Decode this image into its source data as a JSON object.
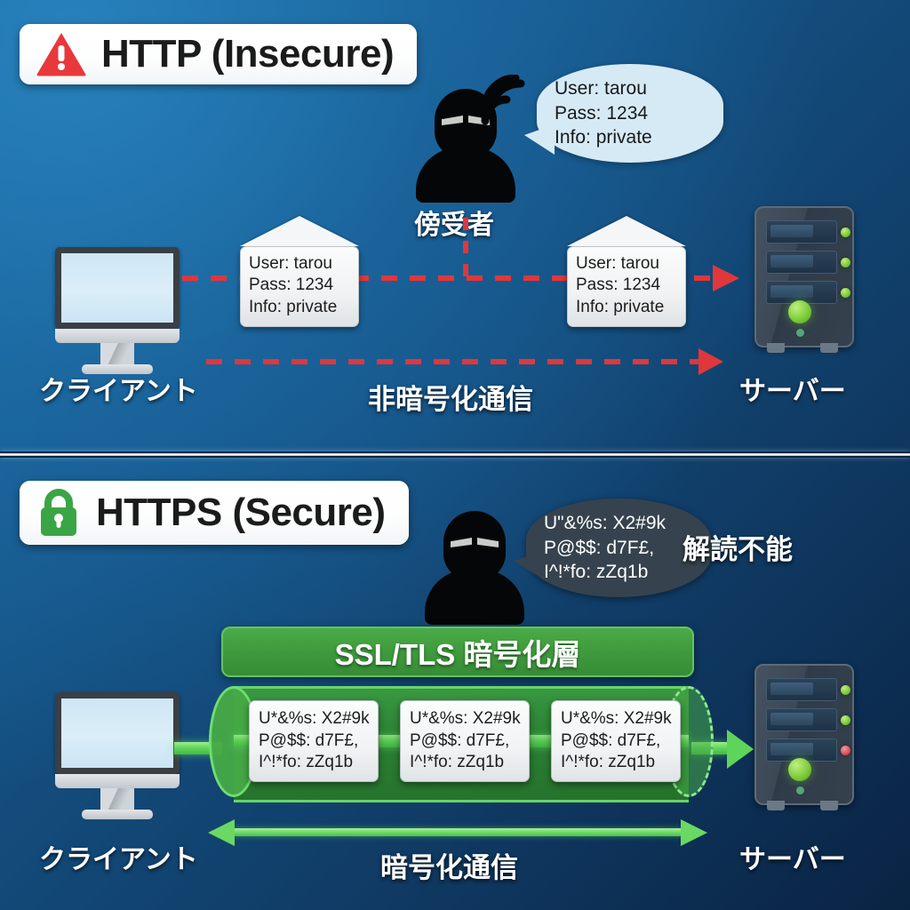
{
  "http_section": {
    "title": "HTTP (Insecure)",
    "title_icon": "warning-triangle-icon",
    "client_label": "クライアント",
    "server_label": "サーバー",
    "attacker_label": "傍受者",
    "flow_label": "非暗号化通信",
    "accent_color": "#e0373b",
    "bubble_lines": [
      "User: tarou",
      "Pass: 1234",
      "Info: private"
    ],
    "envelopes": [
      {
        "lines": [
          "User: tarou",
          "Pass: 1234",
          "Info: private"
        ]
      },
      {
        "lines": [
          "User: tarou",
          "Pass: 1234",
          "Info: private"
        ]
      }
    ]
  },
  "https_section": {
    "title": "HTTPS (Secure)",
    "title_icon": "padlock-icon",
    "client_label": "クライアント",
    "server_label": "サーバー",
    "flow_label": "暗号化通信",
    "layer_label": "SSL/TLS 暗号化層",
    "undecipherable_label": "解読不能",
    "accent_color": "#4aab47",
    "bubble_lines": [
      "U\"&%s: X2#9k",
      "P@$$: d7F£,",
      "I^!*fo: zZq1b"
    ],
    "packets": [
      {
        "lines": [
          "U*&%s: X2#9k",
          "P@$$: d7F£,",
          "I^!*fo: zZq1b"
        ]
      },
      {
        "lines": [
          "U*&%s: X2#9k",
          "P@$$: d7F£,",
          "I^!*fo: zZq1b"
        ]
      },
      {
        "lines": [
          "U*&%s: X2#9k",
          "P@$$: d7F£,",
          "I^!*fo: zZq1b"
        ]
      }
    ]
  }
}
